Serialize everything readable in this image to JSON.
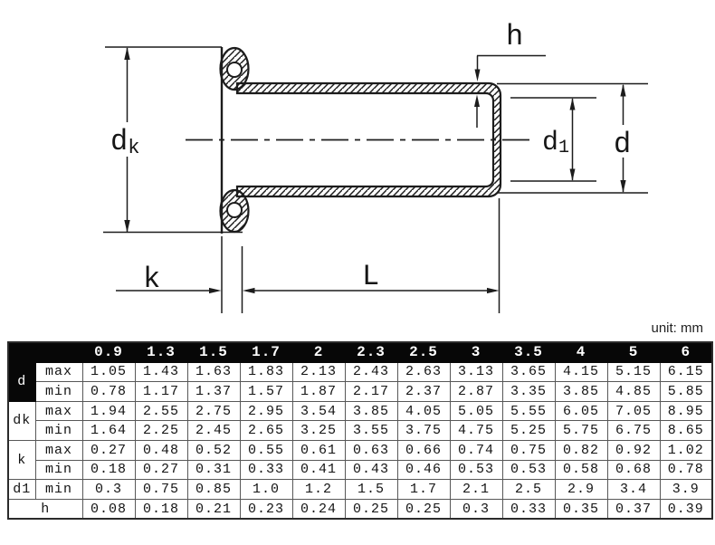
{
  "unit_note": "unit: mm",
  "diagram": {
    "description": "cross-section of flanged tubular eyelet rivet",
    "line_color": "#1c1c1c",
    "labels": {
      "dk_main": "d",
      "dk_sub": "k",
      "h": "h",
      "d1_main": "d",
      "d1_sub": "1",
      "d": "d",
      "k": "k",
      "L": "L"
    }
  },
  "table": {
    "header_bg": "#070707",
    "header_fg": "#ffffff",
    "columns": [
      "0.9",
      "1.3",
      "1.5",
      "1.7",
      "2",
      "2.3",
      "2.5",
      "3",
      "3.5",
      "4",
      "5",
      "6"
    ],
    "rows": [
      {
        "group": "d",
        "rowspan": 2,
        "black": true,
        "sub": "max",
        "values": [
          "1.05",
          "1.43",
          "1.63",
          "1.83",
          "2.13",
          "2.43",
          "2.63",
          "3.13",
          "3.65",
          "4.15",
          "5.15",
          "6.15"
        ]
      },
      {
        "sub": "min",
        "values": [
          "0.78",
          "1.17",
          "1.37",
          "1.57",
          "1.87",
          "2.17",
          "2.37",
          "2.87",
          "3.35",
          "3.85",
          "4.85",
          "5.85"
        ]
      },
      {
        "group": "dk",
        "rowspan": 2,
        "sub": "max",
        "values": [
          "1.94",
          "2.55",
          "2.75",
          "2.95",
          "3.54",
          "3.85",
          "4.05",
          "5.05",
          "5.55",
          "6.05",
          "7.05",
          "8.95"
        ]
      },
      {
        "sub": "min",
        "values": [
          "1.64",
          "2.25",
          "2.45",
          "2.65",
          "3.25",
          "3.55",
          "3.75",
          "4.75",
          "5.25",
          "5.75",
          "6.75",
          "8.65"
        ]
      },
      {
        "group": "k",
        "rowspan": 2,
        "sub": "max",
        "values": [
          "0.27",
          "0.48",
          "0.52",
          "0.55",
          "0.61",
          "0.63",
          "0.66",
          "0.74",
          "0.75",
          "0.82",
          "0.92",
          "1.02"
        ]
      },
      {
        "sub": "min",
        "values": [
          "0.18",
          "0.27",
          "0.31",
          "0.33",
          "0.41",
          "0.43",
          "0.46",
          "0.53",
          "0.53",
          "0.58",
          "0.68",
          "0.78"
        ]
      },
      {
        "group": "d1",
        "rowspan": 1,
        "sub": "min",
        "values": [
          "0.3",
          "0.75",
          "0.85",
          "1.0",
          "1.2",
          "1.5",
          "1.7",
          "2.1",
          "2.5",
          "2.9",
          "3.4",
          "3.9"
        ]
      },
      {
        "group": "h",
        "label_colspan": 2,
        "values": [
          "0.08",
          "0.18",
          "0.21",
          "0.23",
          "0.24",
          "0.25",
          "0.25",
          "0.3",
          "0.33",
          "0.35",
          "0.37",
          "0.39"
        ]
      }
    ]
  }
}
